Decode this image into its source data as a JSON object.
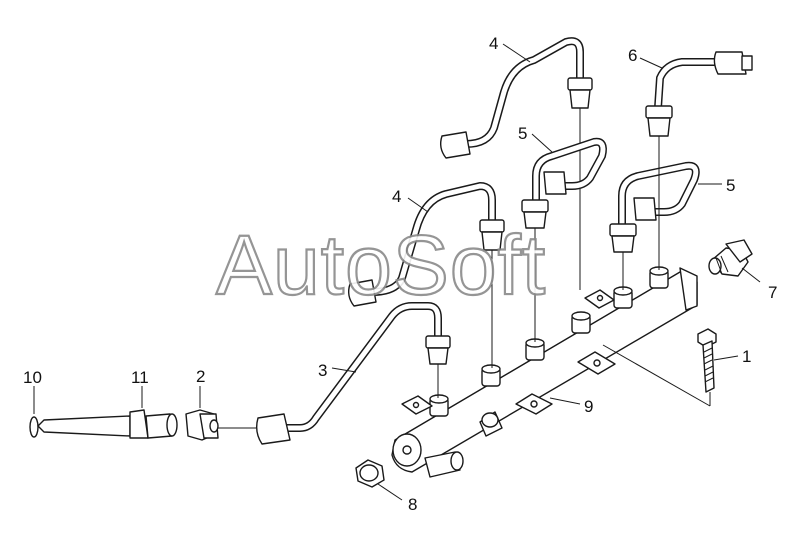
{
  "watermark": "AutoSoft",
  "callouts": {
    "c1": "1",
    "c2": "2",
    "c3": "3",
    "c4a": "4",
    "c4b": "4",
    "c5a": "5",
    "c5b": "5",
    "c6": "6",
    "c7": "7",
    "c8": "8",
    "c9": "9",
    "c10": "10",
    "c11": "11"
  }
}
